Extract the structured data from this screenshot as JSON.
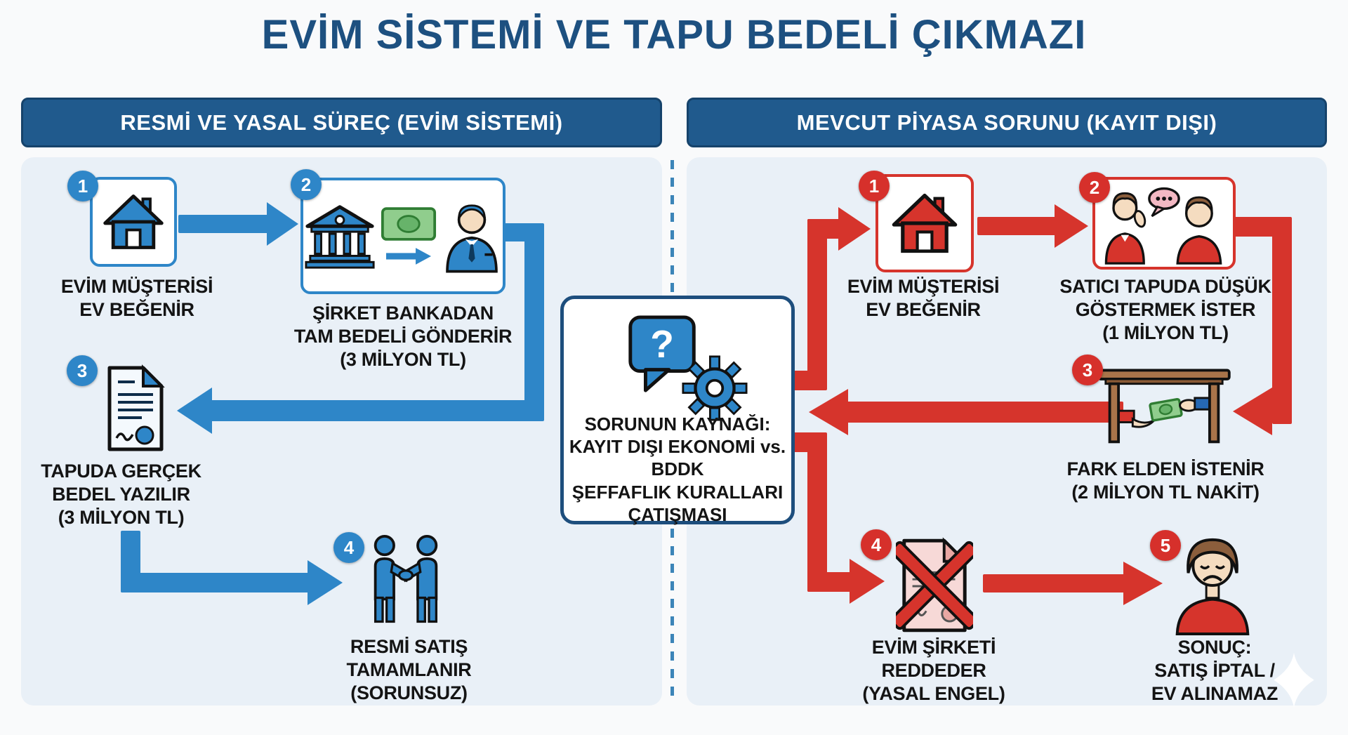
{
  "title": "EVİM SİSTEMİ VE TAPU BEDELİ ÇIKMAZI",
  "colors": {
    "blue_accent": "#2e86c8",
    "dark_blue_header": "#205a8d",
    "navy_border": "#16436b",
    "title_navy": "#1d5080",
    "red_accent": "#d6342c",
    "panel_bg": "#e9f0f7",
    "money_green": "#90cd8d"
  },
  "left_panel": {
    "header": "RESMİ VE YASAL SÜREÇ (EVİM SİSTEMİ)",
    "steps": [
      {
        "num": "1",
        "icon": "house-icon",
        "label": "EVİM MÜŞTERİSİ\nEV BEĞENİR"
      },
      {
        "num": "2",
        "icon": "bank-money-person-icons",
        "label": "ŞİRKET BANKADAN\nTAM BEDELİ GÖNDERİR\n(3 MİLYON TL)"
      },
      {
        "num": "3",
        "icon": "deed-document-icon",
        "label": "TAPUDA GERÇEK\nBEDEL YAZILIR\n(3 MİLYON TL)"
      },
      {
        "num": "4",
        "icon": "handshake-icon",
        "label": "RESMİ SATIŞ\nTAMAMLANIR\n(SORUNSUZ)"
      }
    ]
  },
  "center_box": {
    "icon": "question-gear-icon",
    "question_glyph": "?",
    "label": "SORUNUN KAYNAĞI:\nKAYIT DIŞI EKONOMİ vs.\nBDDK\nŞEFFAFLIK KURALLARI\nÇATIŞMASI"
  },
  "right_panel": {
    "header": "MEVCUT PİYASA SORUNU (KAYIT DIŞI)",
    "steps": [
      {
        "num": "1",
        "icon": "house-icon-red",
        "label": "EVİM MÜŞTERİSİ\nEV BEĞENİR"
      },
      {
        "num": "2",
        "icon": "whispering-people-icon",
        "label": "SATICI TAPUDA DÜŞÜK\nGÖSTERMEK İSTER\n(1 MİLYON TL)"
      },
      {
        "num": "3",
        "icon": "under-table-cash-icon",
        "label": "FARK ELDEN İSTENİR\n(2 MİLYON TL NAKİT)"
      },
      {
        "num": "4",
        "icon": "rejected-document-icon",
        "label": "EVİM ŞİRKETİ\nREDDEDER\n(YASAL ENGEL)"
      },
      {
        "num": "5",
        "icon": "sad-person-icon",
        "label": "SONUÇ:\nSATIŞ İPTAL /\nEV ALINAMAZ"
      }
    ]
  }
}
